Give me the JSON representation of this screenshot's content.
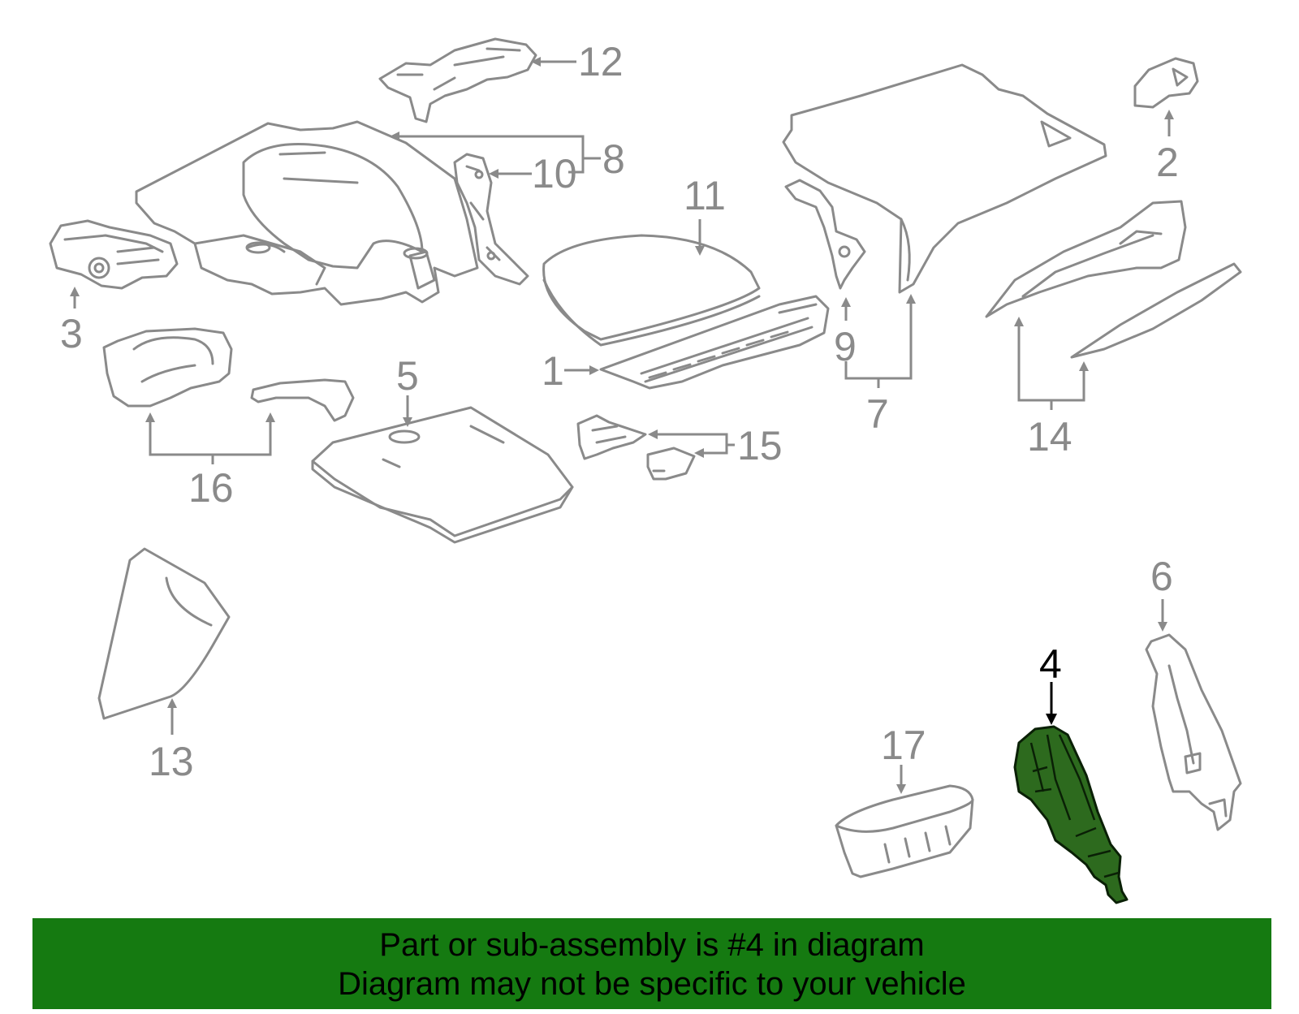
{
  "callouts": {
    "c1": "1",
    "c2": "2",
    "c3": "3",
    "c4": "4",
    "c5": "5",
    "c6": "6",
    "c7": "7",
    "c8": "8",
    "c9": "9",
    "c10": "10",
    "c11": "11",
    "c12": "12",
    "c13": "13",
    "c14": "14",
    "c15": "15",
    "c16": "16",
    "c17": "17"
  },
  "highlighted_part": "4",
  "colors": {
    "line_art": "#8a8a8a",
    "highlight_fill": "#2d6a1e",
    "banner_background": "#157a11",
    "banner_text": "#000000"
  },
  "banner": {
    "line1": "Part or sub-assembly is #4 in diagram",
    "line2": "Diagram may not be specific to your vehicle"
  }
}
